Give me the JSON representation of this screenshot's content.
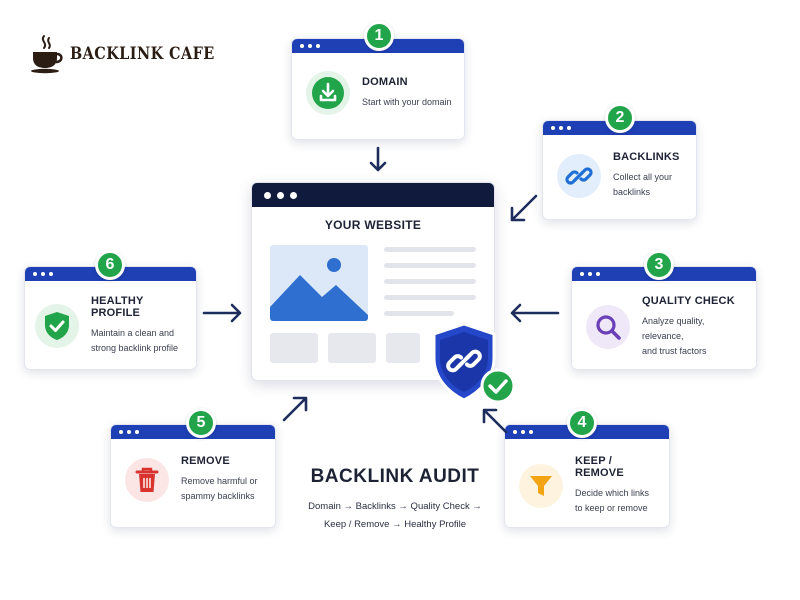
{
  "brand": {
    "name": "BACKLINK CAFE",
    "icon": "coffee-cup-icon"
  },
  "website": {
    "title": "YOUR WEBSITE"
  },
  "steps": [
    {
      "number": "1",
      "title": "DOMAIN",
      "desc": [
        "Start with your domain"
      ],
      "icon": "download-icon",
      "color": "#22a54a"
    },
    {
      "number": "2",
      "title": "BACKLINKS",
      "desc": [
        "Collect all your",
        "backlinks"
      ],
      "icon": "link-icon",
      "color": "#1f6fd6"
    },
    {
      "number": "3",
      "title": "QUALITY CHECK",
      "desc": [
        "Analyze quality, relevance,",
        "and trust factors"
      ],
      "icon": "magnifier-icon",
      "color": "#6b3fb8"
    },
    {
      "number": "4",
      "title": "KEEP / REMOVE",
      "desc": [
        "Decide which links",
        "to keep or remove"
      ],
      "icon": "filter-icon",
      "color": "#f2a413"
    },
    {
      "number": "5",
      "title": "REMOVE",
      "desc": [
        "Remove harmful or",
        "spammy backlinks"
      ],
      "icon": "trash-icon",
      "color": "#d8332f"
    },
    {
      "number": "6",
      "title": "HEALTHY PROFILE",
      "desc": [
        "Maintain a clean and",
        "strong backlink profile"
      ],
      "icon": "shield-check-icon",
      "color": "#22a54a"
    }
  ],
  "audit": {
    "title": "BACKLINK AUDIT",
    "flow_line1": "Domain → Backlinks → Quality Check →",
    "flow_line2": "Keep / Remove → Healthy Profile"
  },
  "colors": {
    "bar": "#1f3fb5",
    "badge": "#22a54a",
    "website_bar": "#0f1a3d",
    "arrow": "#1d2d5c"
  }
}
